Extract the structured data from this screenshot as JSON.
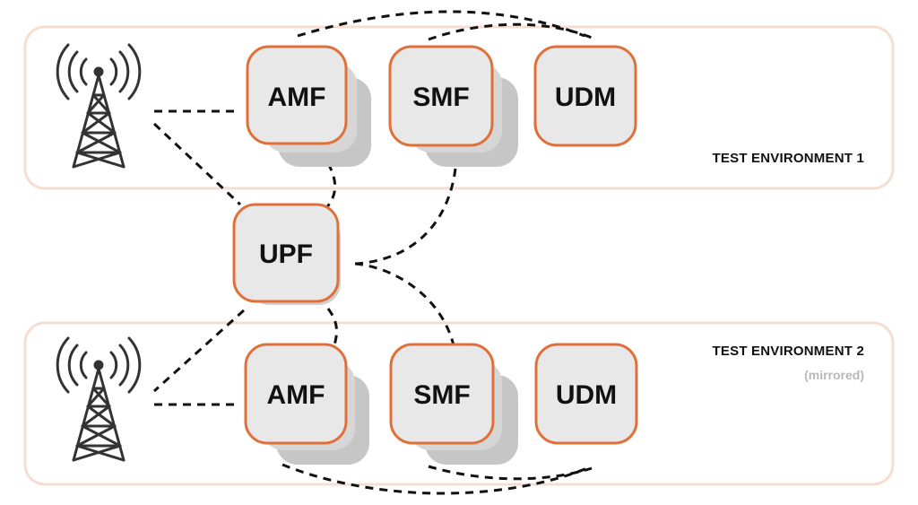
{
  "colors": {
    "accent": "#e0703a",
    "env_border": "#f6ddd1",
    "node_fill": "#e8e8e8",
    "shadow": "#c6c6c6",
    "line": "#111111"
  },
  "environments": [
    {
      "label": "TEST ENVIRONMENT 1",
      "note": ""
    },
    {
      "label": "TEST ENVIRONMENT 2",
      "note": "(mirrored)"
    }
  ],
  "nodes": {
    "amf_1": "AMF",
    "smf_1": "SMF",
    "udm_1": "UDM",
    "upf": "UPF",
    "amf_2": "AMF",
    "smf_2": "SMF",
    "udm_2": "UDM"
  },
  "icons": [
    "cell-tower-icon",
    "cell-tower-icon"
  ]
}
